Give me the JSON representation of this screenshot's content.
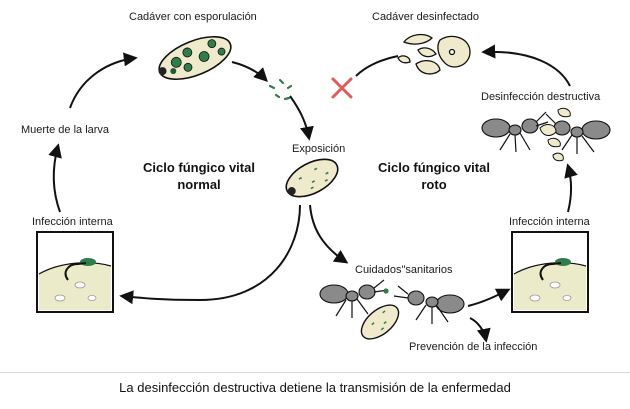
{
  "labels": {
    "sporulating_corpse": "Cadáver con esporulación",
    "disinfected_corpse": "Cadáver desinfectado",
    "larva_death": "Muerte de la larva",
    "destructive_disinfection": "Desinfección destructiva",
    "exposure": "Exposición",
    "internal_infection_left": "Infección interna",
    "internal_infection_right": "Infección interna",
    "sanitary_care": "Cuidados\"sanitarios",
    "infection_prevention": "Prevención de la infección"
  },
  "cycles": {
    "normal_line1": "Ciclo fúngico vital",
    "normal_line2": "normal",
    "broken_line1": "Ciclo fúngico vital",
    "broken_line2": "roto"
  },
  "caption": "La desinfección destructiva detiene la transmisión de la enfermedad",
  "colors": {
    "spore_green": "#2f7d4b",
    "pupa_fill": "#eeeacb",
    "cross_red": "#e05a5a",
    "ant_gray": "#8a8a8a",
    "cell_fill": "#ecebc9"
  }
}
